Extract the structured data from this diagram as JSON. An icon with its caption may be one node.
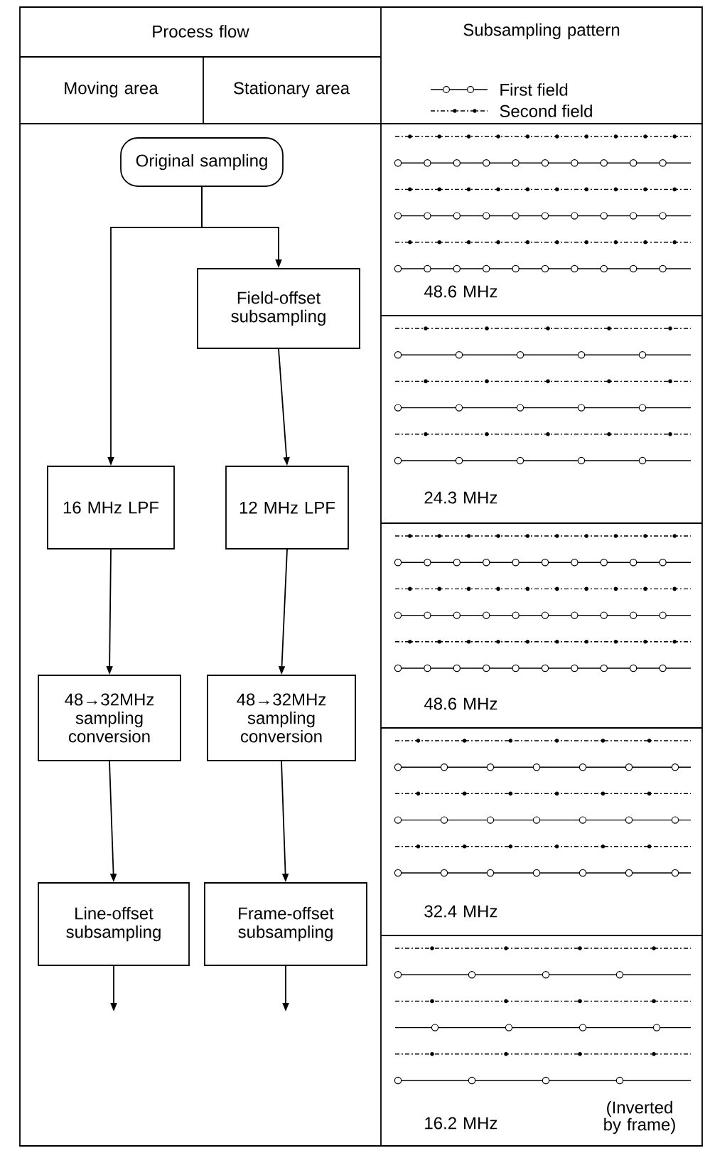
{
  "diagram": {
    "nodes": [
      {
        "text": [
          "Original sampling"
        ]
      },
      {
        "text": [
          "Field-offset subsampling"
        ]
      },
      {
        "text": [
          "16 MHz LPF"
        ]
      },
      {
        "text": [
          "12 MHz LPF"
        ]
      },
      {
        "text": [
          "48→32MHz sampling conversion"
        ]
      },
      {
        "text": [
          "48→32MHz sampling conversion"
        ]
      },
      {
        "text": [
          "Line-offset subsampling"
        ]
      },
      {
        "text": [
          "Frame-offset subsampling"
        ]
      }
    ],
    "edges": [
      {
        "from": 0,
        "to": 2,
        "arrow": "to"
      },
      {
        "from": 0,
        "to": 1,
        "arrow": "to"
      },
      {
        "from": 1,
        "to": 3,
        "arrow": "to"
      },
      {
        "from": 2,
        "to": 4,
        "arrow": "to"
      },
      {
        "from": 3,
        "to": 5,
        "arrow": "to"
      },
      {
        "from": 4,
        "to": 6,
        "arrow": "to"
      },
      {
        "from": 5,
        "to": 7,
        "arrow": "to"
      },
      {
        "from": 6,
        "to": null,
        "arrow": "to"
      },
      {
        "from": 7,
        "to": null,
        "arrow": "to"
      }
    ],
    "labels": [
      "Process flow",
      "Subsampling pattern",
      "Moving area",
      "Stationary area",
      "48.6 MHz",
      "24.3 MHz",
      "48.6 MHz",
      "32.4 MHz",
      "16.2 MHz",
      "(Inverted by frame)"
    ],
    "legend": [
      {
        "text": "First field"
      },
      {
        "text": "Second field"
      }
    ]
  }
}
